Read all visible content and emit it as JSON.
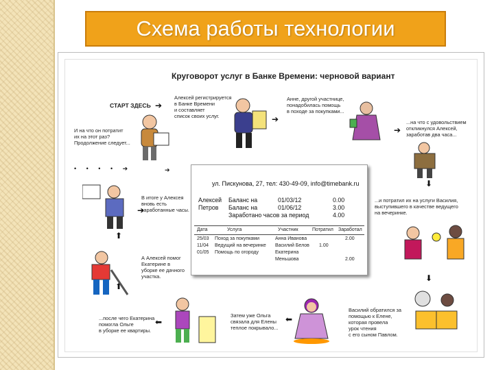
{
  "slide": {
    "title": "Схема работы технологии"
  },
  "diagram": {
    "title": "Круговорот услуг в Банке Времени: черновой вариант",
    "start": "СТАРТ ЗДЕСЬ",
    "captions": {
      "alexey_register": "Алексей регистрируется\nв Банке Времени\nи составляет\nсписок своих услуг.",
      "anna_need": "Анне, другой участнице,\nпонадобилась помощь\nв походе за покупками...",
      "alexey_helped": "...на что с удовольствием\nоткликнулся Алексей,\nзаработав два часа...",
      "spent_vasiliy": "...и потратил их на услуги Василия,\nвыступившего в качестве ведущего\nна вечеринке.",
      "vasiliy_elena": "Василий обратился за\nпомощью к Елене,\nкоторая провела\nурок чтения\nс его сыном Павлом.",
      "olga_knit": "Затем уже Ольга\nсвязала для Елены\nтеплое покрывало...",
      "ekaterina_olga": "...после чего Екатерина\nпомогла Ольге\nв уборке ее квартиры.",
      "alexey_ekaterina": "А Алексей помог\nЕкатерине в\nуборке ее дачного\nучастка.",
      "result": "В итоге у Алексея\nвновь есть\nзаработанные часы.",
      "question": "И на что он потратит\nих на этот раз?\nПродолжение следует..."
    },
    "card": {
      "address": "ул. Пискунова, 27, тел: 430-49-09, info@timebank.ru",
      "rows": [
        {
          "name": "Алексей",
          "label": "Баланс на",
          "date": "01/03/12",
          "value": "0.00"
        },
        {
          "name": "Петров",
          "label": "Баланс на",
          "date": "01/06/12",
          "value": "3.00"
        },
        {
          "name": "",
          "label": "Заработано часов за период",
          "date": "",
          "value": "4.00"
        }
      ],
      "table_headers": [
        "Дата",
        "Услуга",
        "Участник",
        "Потратил",
        "Заработал"
      ],
      "table_rows": [
        {
          "date": "25/03",
          "service": "Поход за покупками",
          "member": "Анна Иванова",
          "spent": "",
          "earned": "2.00"
        },
        {
          "date": "11/04",
          "service": "Ведущий на вечеринке",
          "member": "Василий Белов",
          "spent": "1.00",
          "earned": ""
        },
        {
          "date": "01/05",
          "service": "Помощь по огороду",
          "member": "Екатерина",
          "spent": "",
          "earned": ""
        },
        {
          "date": "",
          "service": "",
          "member": "Меньшова",
          "spent": "",
          "earned": "2.00"
        }
      ]
    }
  }
}
